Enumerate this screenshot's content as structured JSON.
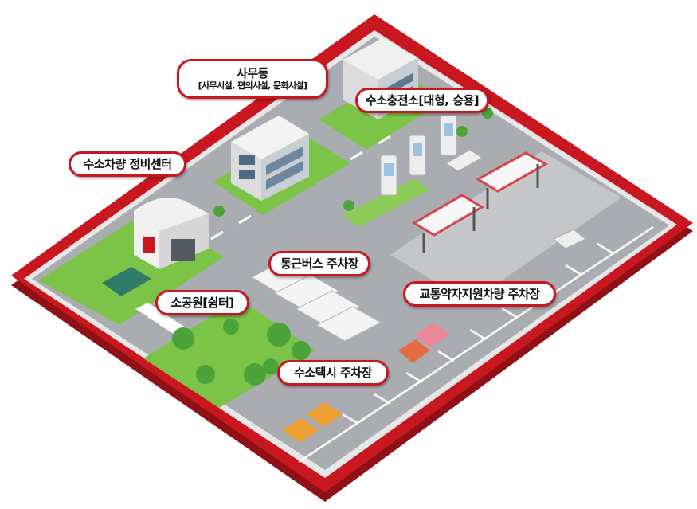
{
  "labels": {
    "office": {
      "title": "사무동",
      "subtitle": "[사무시설, 편의시설, 문화시설]"
    },
    "station": {
      "title": "수소충전소[대형, 승용]"
    },
    "maintenance": {
      "title": "수소차량 정비센터"
    },
    "bus_parking": {
      "title": "통근버스 주차장"
    },
    "park": {
      "title": "소공원[쉼터]"
    },
    "accessible_parking": {
      "title": "교통약자지원차량 주차장"
    },
    "taxi_parking": {
      "title": "수소택시 주차장"
    }
  },
  "colors": {
    "platform_red": "#c8171e",
    "platform_dark": "#8f1015",
    "asphalt": "#a9acb0",
    "grass": "#7cc447",
    "tree": "#4aa43a",
    "callout_border": "#c8171e"
  }
}
